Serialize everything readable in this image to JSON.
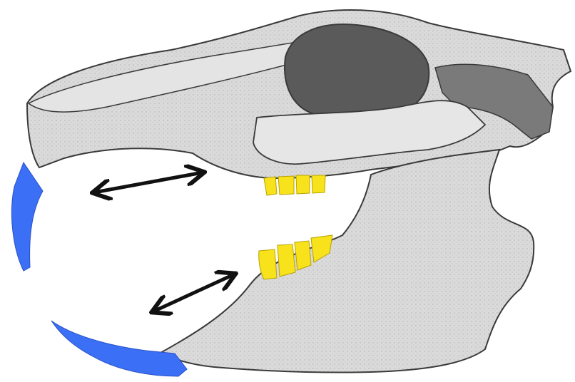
{
  "diagram": {
    "subject": "rodent-skull-lateral-view",
    "colors": {
      "bone": "#d9d9d9",
      "bone_shade": "#bdbdbd",
      "orbit_dark": "#5a5a5a",
      "outline": "#3a3a3a",
      "incisor": "#3b6ff5",
      "molar": "#f7e21b",
      "arrow": "#111111"
    },
    "regions": [
      {
        "id": "cranium",
        "label": ""
      },
      {
        "id": "orbit",
        "label": ""
      },
      {
        "id": "zygomatic-arch",
        "label": ""
      },
      {
        "id": "mandible",
        "label": ""
      },
      {
        "id": "upper-incisor",
        "label": ""
      },
      {
        "id": "lower-incisor",
        "label": ""
      },
      {
        "id": "upper-molars",
        "label": "",
        "count": 4
      },
      {
        "id": "lower-molars",
        "label": "",
        "count": 4
      }
    ],
    "arrows": [
      {
        "id": "upper-diastema-arrow",
        "type": "double-headed"
      },
      {
        "id": "lower-diastema-arrow",
        "type": "double-headed"
      }
    ]
  }
}
